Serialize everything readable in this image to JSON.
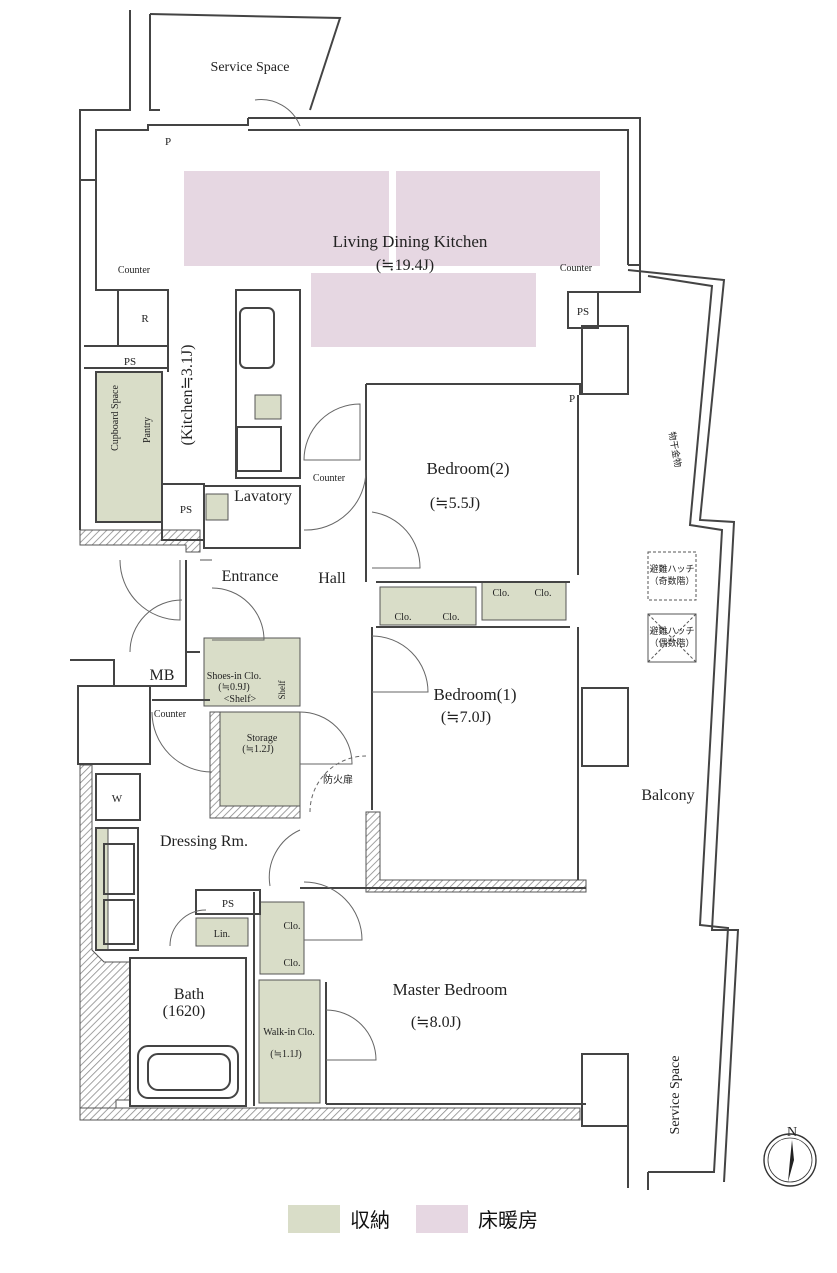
{
  "colors": {
    "storage": "#d9ddc8",
    "floor_heating": "#e6d7e2",
    "wall": "#555555",
    "hatch": "#8a8a8a"
  },
  "rooms": {
    "ldk": {
      "name": "Living Dining Kitchen",
      "size": "(≒19.4J)"
    },
    "kitchen": "(Kitchen≒3.1J)",
    "bedroom2": {
      "name": "Bedroom(2)",
      "size": "(≒5.5J)"
    },
    "bedroom1": {
      "name": "Bedroom(1)",
      "size": "(≒7.0J)"
    },
    "master": {
      "name": "Master Bedroom",
      "size": "(≒8.0J)"
    },
    "bath": {
      "name": "Bath",
      "size": "(1620)"
    },
    "lavatory": "Lavatory",
    "entrance": "Entrance",
    "hall": "Hall",
    "dressing": "Dressing Rm.",
    "balcony": "Balcony",
    "service_top": "Service Space",
    "service_bottom": "Service Space",
    "mb": "MB"
  },
  "fixtures": {
    "counter_left": "Counter",
    "counter_right": "Counter",
    "counter_hall": "Counter",
    "counter_dressing": "Counter",
    "p_top": "P",
    "p_right": "P",
    "ps_kitchen": "PS",
    "ps_lavatory": "PS",
    "ps_right": "PS",
    "ps_bath": "PS",
    "r": "R",
    "w": "W",
    "pantry": "Pantry",
    "cupboard": "Cupboard Space",
    "shoes_clo": "Shoes-in Clo.",
    "shoes_size": "(≒0.9J)",
    "shelf_a": "<Shelf>",
    "shelf_b": "Shelf",
    "storage": "Storage",
    "storage_size": "(≒1.2J)",
    "clo": "Clo.",
    "lin": "Lin.",
    "walkin": "Walk-in Clo.",
    "walkin_size": "(≒1.1J)",
    "fire_door": "防火扉",
    "hatch_odd": "避難ハッチ",
    "hatch_odd_sub": "（奇数階）",
    "hatch_even": "避難ハッチ",
    "hatch_even_sub": "（偶数階）",
    "drying": "物干金物"
  },
  "compass": "N",
  "legend": {
    "storage": "収納",
    "floor_heating": "床暖房"
  }
}
